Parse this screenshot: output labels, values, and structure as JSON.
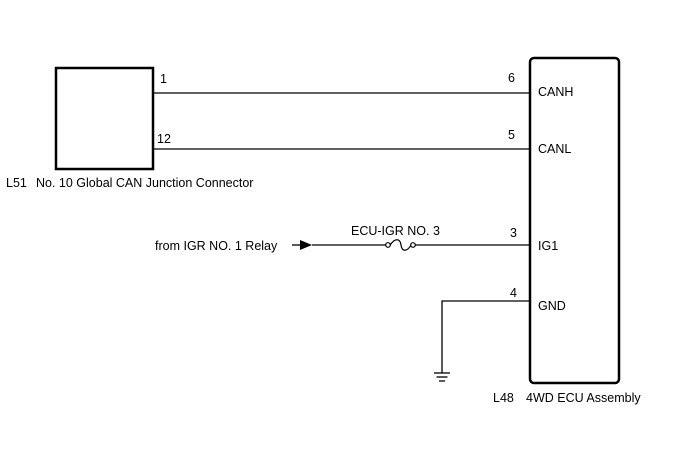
{
  "connector_left": {
    "code": "L51",
    "name": "No. 10 Global CAN Junction Connector",
    "pins": [
      "1",
      "12"
    ]
  },
  "ecu": {
    "code": "L48",
    "name": "4WD ECU Assembly",
    "pins": [
      {
        "number": "6",
        "signal": "CANH"
      },
      {
        "number": "5",
        "signal": "CANL"
      },
      {
        "number": "3",
        "signal": "IG1"
      },
      {
        "number": "4",
        "signal": "GND"
      }
    ]
  },
  "power_source": "from IGR NO. 1 Relay",
  "fuse": "ECU-IGR NO. 3",
  "icons": {
    "fuse": "fuse-icon",
    "ground": "ground-icon",
    "arrow": "arrow-right-icon"
  }
}
